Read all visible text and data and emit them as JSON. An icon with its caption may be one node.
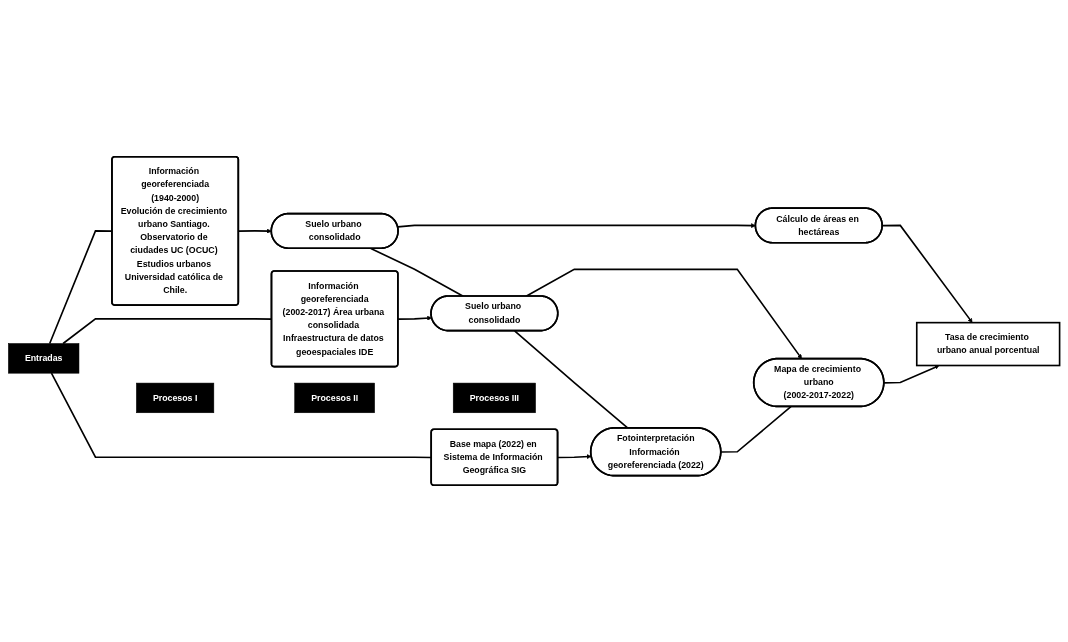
{
  "diagram": {
    "nodes": [
      {
        "text": [
          "Entradas"
        ]
      },
      {
        "text": [
          "Procesos I"
        ]
      },
      {
        "text": [
          "Procesos II"
        ]
      },
      {
        "text": [
          "Procesos III"
        ]
      },
      {
        "text": [
          "Información georeferenciada",
          "(1940-2000)",
          "Evolución de crecimiento urbano Santiago. Observatorio de ciudades UC (OCUC) Estudios urbanos Universidad católica de Chile."
        ]
      },
      {
        "text": [
          "Suelo urbano consolidado"
        ]
      },
      {
        "text": [
          "Cálculo de áreas en hectáreas"
        ]
      },
      {
        "text": [
          "Tasa de crecimiento urbano anual porcentual"
        ]
      },
      {
        "text": [
          "Información georeferenciada",
          "(2002-2017) Área urbana consolidada Infraestructura de datos geoespaciales IDE"
        ]
      },
      {
        "text": [
          "Suelo urbano consolidado"
        ]
      },
      {
        "text": [
          "Mapa de crecimiento urbano",
          "(2002-2017-2022)"
        ]
      },
      {
        "text": [
          "Base mapa (2022) en Sistema de Información Geográfica SIG"
        ]
      },
      {
        "text": [
          "Fotointerpretación",
          "Información georeferenciada (2022)"
        ]
      }
    ],
    "edges": [
      {
        "from": 0,
        "to": 4,
        "arrow": "none"
      },
      {
        "from": 0,
        "to": 8,
        "arrow": "none"
      },
      {
        "from": 0,
        "to": 11,
        "arrow": "none"
      },
      {
        "from": 4,
        "to": 5,
        "arrow": "to"
      },
      {
        "from": 5,
        "to": 6,
        "arrow": "to"
      },
      {
        "from": 6,
        "to": 7,
        "arrow": "to"
      },
      {
        "from": 5,
        "to": 9,
        "arrow": "none"
      },
      {
        "from": 8,
        "to": 9,
        "arrow": "to"
      },
      {
        "from": 9,
        "to": 10,
        "arrow": "to"
      },
      {
        "from": 9,
        "to": 12,
        "arrow": "none"
      },
      {
        "from": 11,
        "to": 12,
        "arrow": "to"
      },
      {
        "from": 12,
        "to": 10,
        "arrow": "none"
      },
      {
        "from": 10,
        "to": 7,
        "arrow": "to"
      }
    ]
  }
}
